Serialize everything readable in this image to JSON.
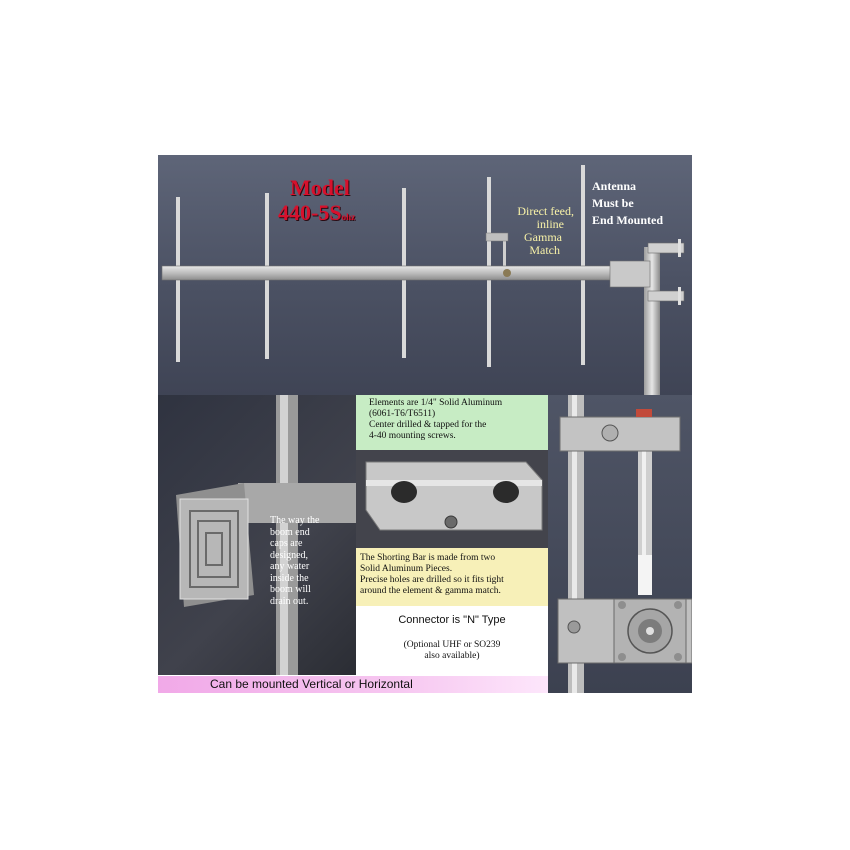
{
  "title": {
    "line1": "Model",
    "line2": "440-5S",
    "suffix": "ohz"
  },
  "feed_note": {
    "line1": "Direct feed,",
    "line2": "inline",
    "line3": "Gamma",
    "line4": "Match"
  },
  "mount_note": {
    "line1": "Antenna",
    "line2": "Must be",
    "line3": "End Mounted"
  },
  "elements_note": {
    "line1": "Elements are 1/4\" Solid Aluminum",
    "line2": "(6061-T6/T6511)",
    "line3": "Center drilled & tapped for the",
    "line4": "4-40 mounting screws."
  },
  "endcap_note": {
    "line1": "The way the",
    "line2": "boom end",
    "line3": "caps are",
    "line4": "designed,",
    "line5": "any water",
    "line6": "inside the",
    "line7": "boom will",
    "line8": "drain out."
  },
  "shorting_note": {
    "line1": "The Shorting Bar is made from two",
    "line2": "Solid Aluminum Pieces.",
    "line3": "Precise  holes are drilled so it fits tight",
    "line4": "around the element & gamma match."
  },
  "connector_note": {
    "heading": "Connector is \"N\" Type",
    "line1": "(Optional UHF or SO239",
    "line2": "also available)"
  },
  "banner": {
    "text": "Can be mounted Vertical or Horizontal"
  },
  "colors": {
    "model_red": "#d8102c",
    "banner_pink": "#f1a9e8",
    "note_green": "#c7ecc4",
    "note_yellow": "#f7f0b8"
  }
}
